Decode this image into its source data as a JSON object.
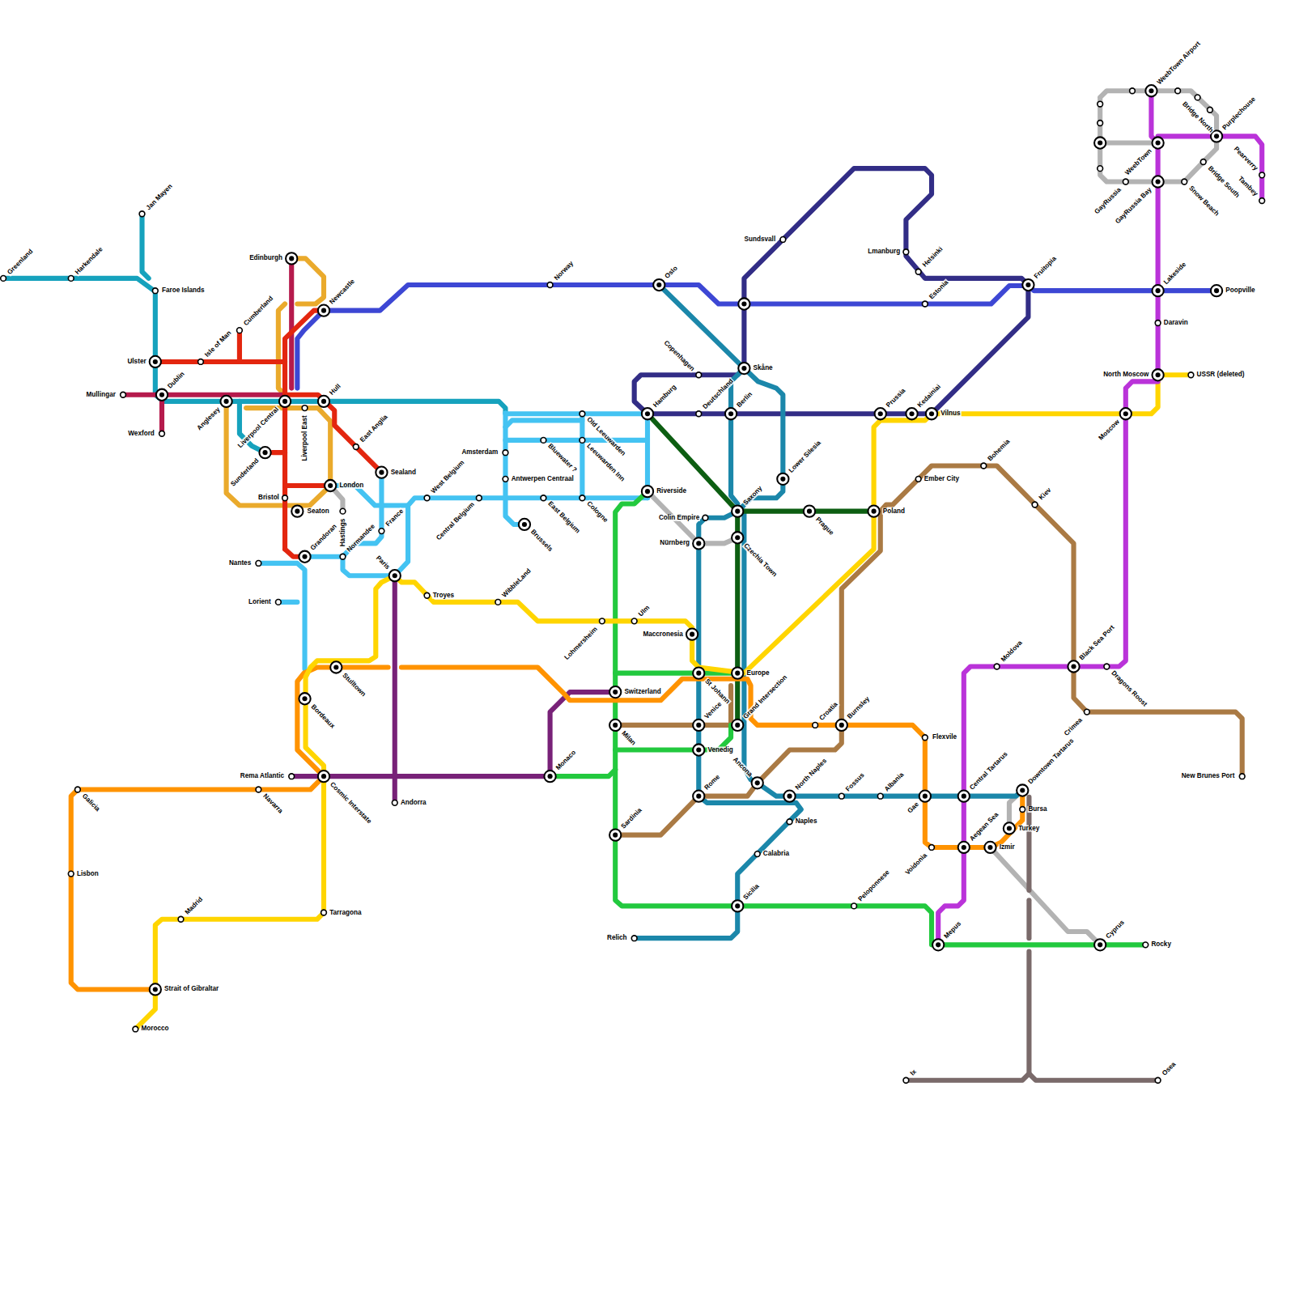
{
  "diagram": {
    "labels": [
      "Greenland",
      "Harkendale",
      "Jan Mayen",
      "Faroe Islands",
      "Ulster",
      "Isle of Man",
      "Cumberland",
      "Mullingar",
      "Dublin",
      "Wexford",
      "Anglesey",
      "Liverpool Central",
      "Liverpool East",
      "Hull",
      "Edinburgh",
      "Newcastle",
      "East Anglia",
      "Sunderland",
      "Sealand",
      "London",
      "Bristol",
      "Seaton",
      "Hastings",
      "Grandoran",
      "Normandee",
      "France",
      "Paris",
      "Nantes",
      "Lorient",
      "West Belgium",
      "Central Belgium",
      "Amsterdam",
      "Antwerpen Centraal",
      "Bluewater ?",
      "Old Leeuwarden",
      "Leeuwarden Inn",
      "East Belgium",
      "Cologne",
      "Brussels",
      "Norway",
      "Oslo",
      "Copenhagen",
      "Skåne",
      "Hamburg",
      "Deutschland",
      "Berlin",
      "Sundsvall",
      "Lmanburg",
      "Helsinki",
      "Estonia",
      "Fruitopia",
      "Prussia",
      "Kedainiai",
      "Vilnus",
      "Lower Silesia",
      "Riverside",
      "Saxony",
      "Prague",
      "Poland",
      "Colin Empire",
      "Nürnberg",
      "Czechia Town",
      "Troyes",
      "WibbleLand",
      "Lohmersheim",
      "Ulm",
      "Maccronesia",
      "Europe",
      "St Johann",
      "Switzerland",
      "Stulltown",
      "Bordeaux",
      "Milan",
      "Venice",
      "Grand Intersection",
      "Croatia",
      "Burnsley",
      "Flexvile",
      "Venedig",
      "Ancona",
      "North Naples",
      "Fossus",
      "Albania",
      "Gae",
      "Central Tartarus",
      "Downtown Tartarus",
      "Rome",
      "Naples",
      "Calabria",
      "Sicilia",
      "Peloponnese",
      "Relich",
      "Sardinia",
      "Monaco",
      "Rema Atlantic",
      "Cosmic Interstate",
      "Andorra",
      "Navarra",
      "Galicia",
      "Lisbon",
      "Madrid",
      "Tarragona",
      "Strait of Gibraltar",
      "Morocco",
      "Bursa",
      "Turkey",
      "Izmir",
      "Aegean Sea",
      "Voidonia",
      "Mepus",
      "Cyprus",
      "Rocky",
      "Ix",
      "Osea",
      "Ember City",
      "Bohemia",
      "Kiev",
      "Moldova",
      "Black Sea Port",
      "Dragons Roost",
      "Crimea",
      "New Brunes Port",
      "Moscow",
      "North Moscow",
      "USSR (deleted)",
      "Daravin",
      "Lakeside",
      "Poopville",
      "WeebTown Airport",
      "Bridge North",
      "Purplechouse",
      "Pearverry",
      "Tambey",
      "WeebTown",
      "GayRussia Bay",
      "GayRussia",
      "Snow Beach",
      "Bridge South"
    ]
  }
}
